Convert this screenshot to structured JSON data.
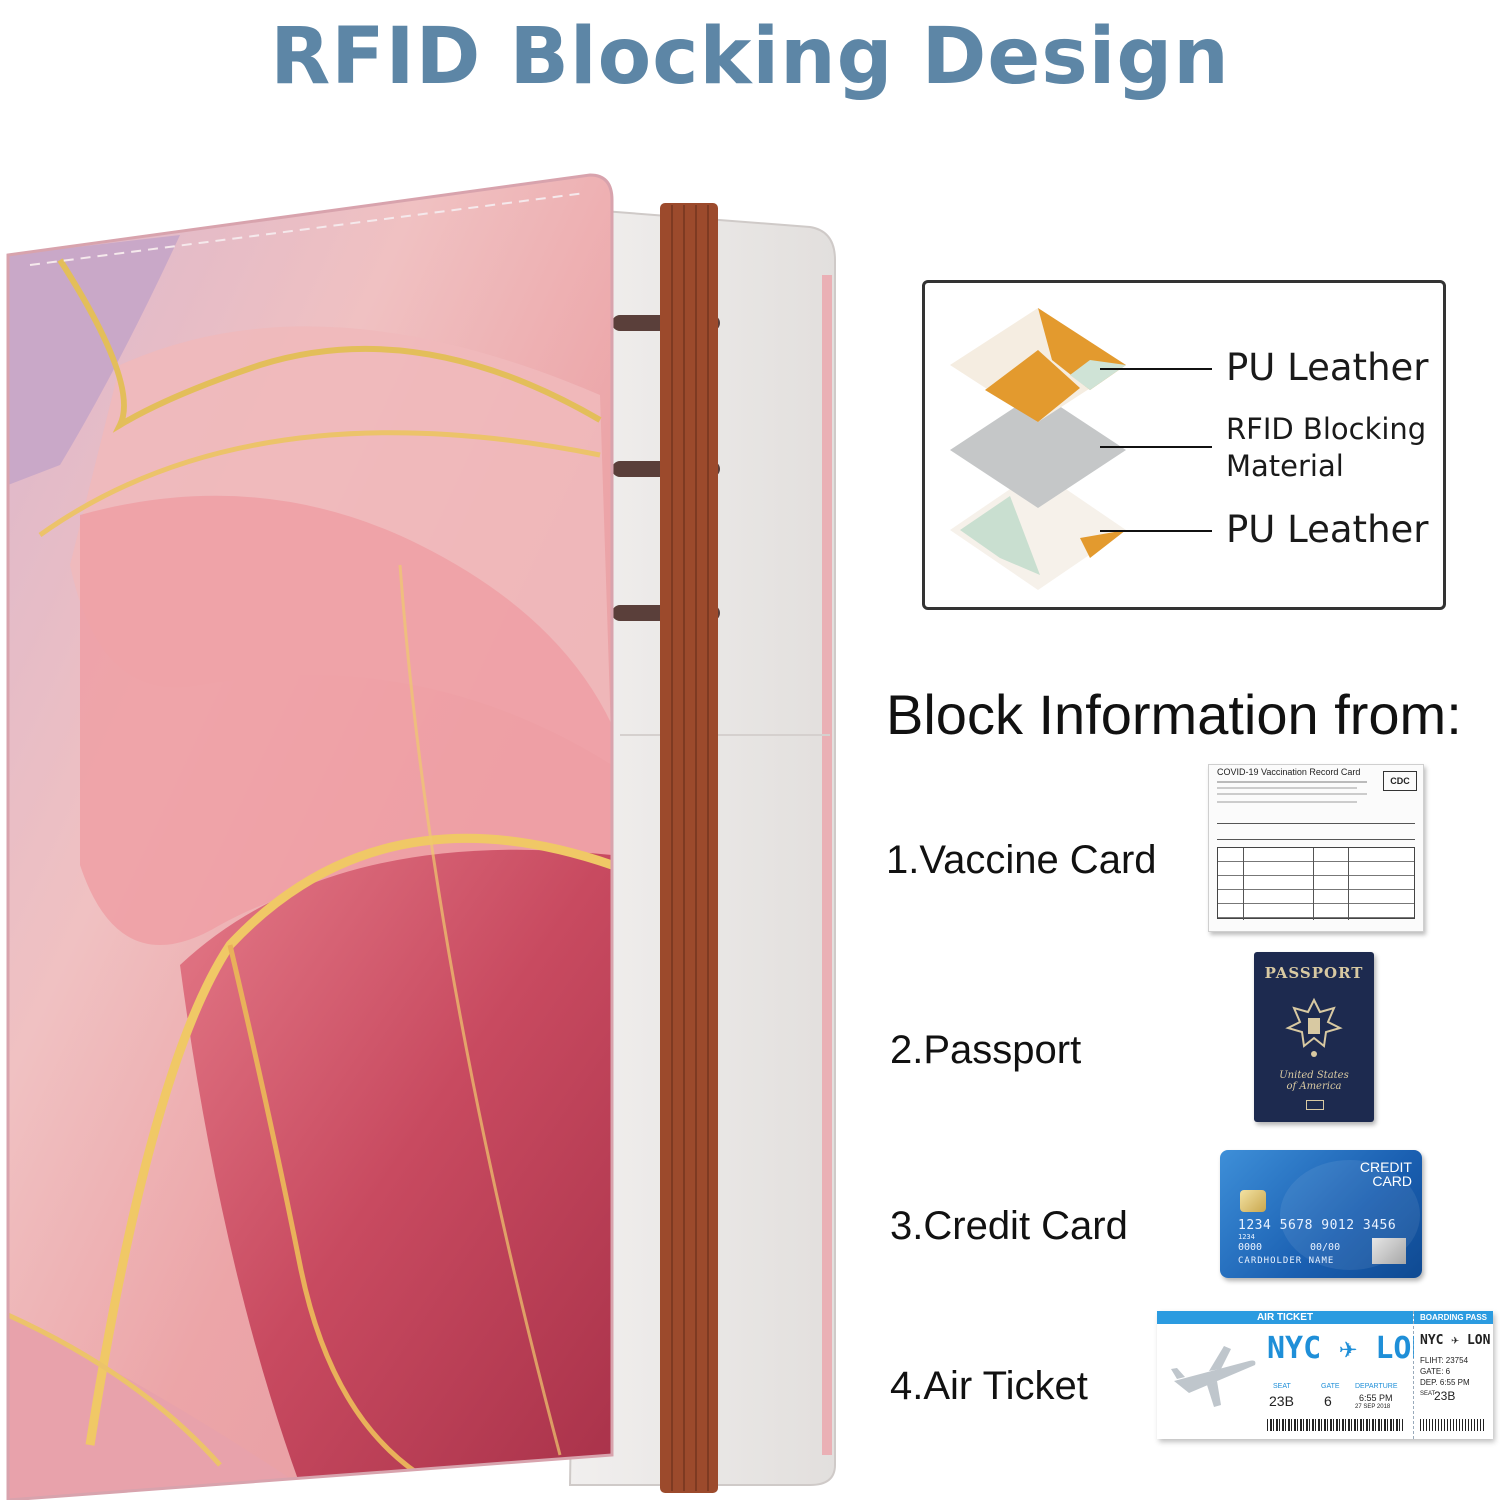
{
  "title": "RFID Blocking Design",
  "product": {
    "name": "passport-wallet",
    "strap_color": "#9c4a2c",
    "cover_colors": [
      "#e9a0a7",
      "#c94e64",
      "#d8b8c9",
      "#e7c46a"
    ]
  },
  "layers": [
    {
      "label": "PU Leather"
    },
    {
      "label_line1": "RFID Blocking",
      "label_line2": "Material"
    },
    {
      "label": "PU Leather"
    }
  ],
  "block_heading": "Block Information from:",
  "items": [
    {
      "label": "1.Vaccine Card",
      "icon": "vaccine-card-icon"
    },
    {
      "label": "2.Passport",
      "icon": "passport-icon"
    },
    {
      "label": "3.Credit Card",
      "icon": "credit-card-icon"
    },
    {
      "label": "4.Air Ticket",
      "icon": "air-ticket-icon"
    }
  ],
  "vaccine_card": {
    "title": "COVID-19 Vaccination Record Card",
    "logo": "CDC"
  },
  "passport": {
    "title": "PASSPORT",
    "country_line1": "United States",
    "country_line2": "of America"
  },
  "credit_card": {
    "label_line1": "CREDIT",
    "label_line2": "CARD",
    "number": "1234 5678 9012 3456",
    "small_number": "1234",
    "valid": "0000",
    "expiry": "00/00",
    "holder": "CARDHOLDER NAME"
  },
  "air_ticket": {
    "header": "AIR TICKET",
    "route": "NYC ✈ LON",
    "seat_label": "SEAT",
    "seat": "23B",
    "gate_label": "GATE",
    "gate": "6",
    "departure_label": "DEPARTURE",
    "departure_time": "6:55 PM",
    "departure_date": "27 SEP 2018",
    "stub_header": "BOARDING PASS",
    "stub_route": "NYC ✈ LON",
    "stub_flight": "FLIHT: 23754",
    "stub_gate": "GATE: 6",
    "stub_dep": "DEP. 6:55 PM",
    "stub_seat_label": "SEAT",
    "stub_seat": "23B"
  }
}
